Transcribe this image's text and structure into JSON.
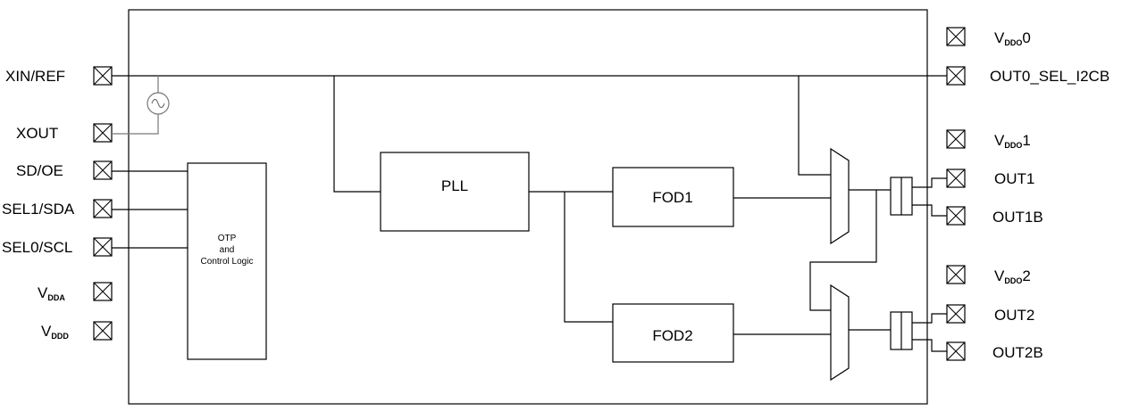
{
  "left_pins": {
    "xin": "XIN/REF",
    "xout": "XOUT",
    "sdoe": "SD/OE",
    "sel1": "SEL1/SDA",
    "sel0": "SEL0/SCL",
    "vdda": {
      "main": "V",
      "sub": "DDA"
    },
    "vddd": {
      "main": "V",
      "sub": "DDD"
    }
  },
  "right_pins": {
    "vddo0": {
      "main": "V",
      "sub": "DDO",
      "suffix": "0"
    },
    "out0": "OUT0_SEL_I2CB",
    "vddo1": {
      "main": "V",
      "sub": "DDO",
      "suffix": "1"
    },
    "out1": "OUT1",
    "out1b": "OUT1B",
    "vddo2": {
      "main": "V",
      "sub": "DDO",
      "suffix": "2"
    },
    "out2": "OUT2",
    "out2b": "OUT2B"
  },
  "blocks": {
    "pll": "PLL",
    "fod1": "FOD1",
    "fod2": "FOD2",
    "otp_line1": "OTP",
    "otp_line2": "and",
    "otp_line3": "Control Logic"
  },
  "icons": {
    "pin": "pin-box-x-icon",
    "oscillator": "crystal-oscillator-icon",
    "mux": "mux-trapezoid-icon",
    "buffer": "output-buffer-icon"
  }
}
